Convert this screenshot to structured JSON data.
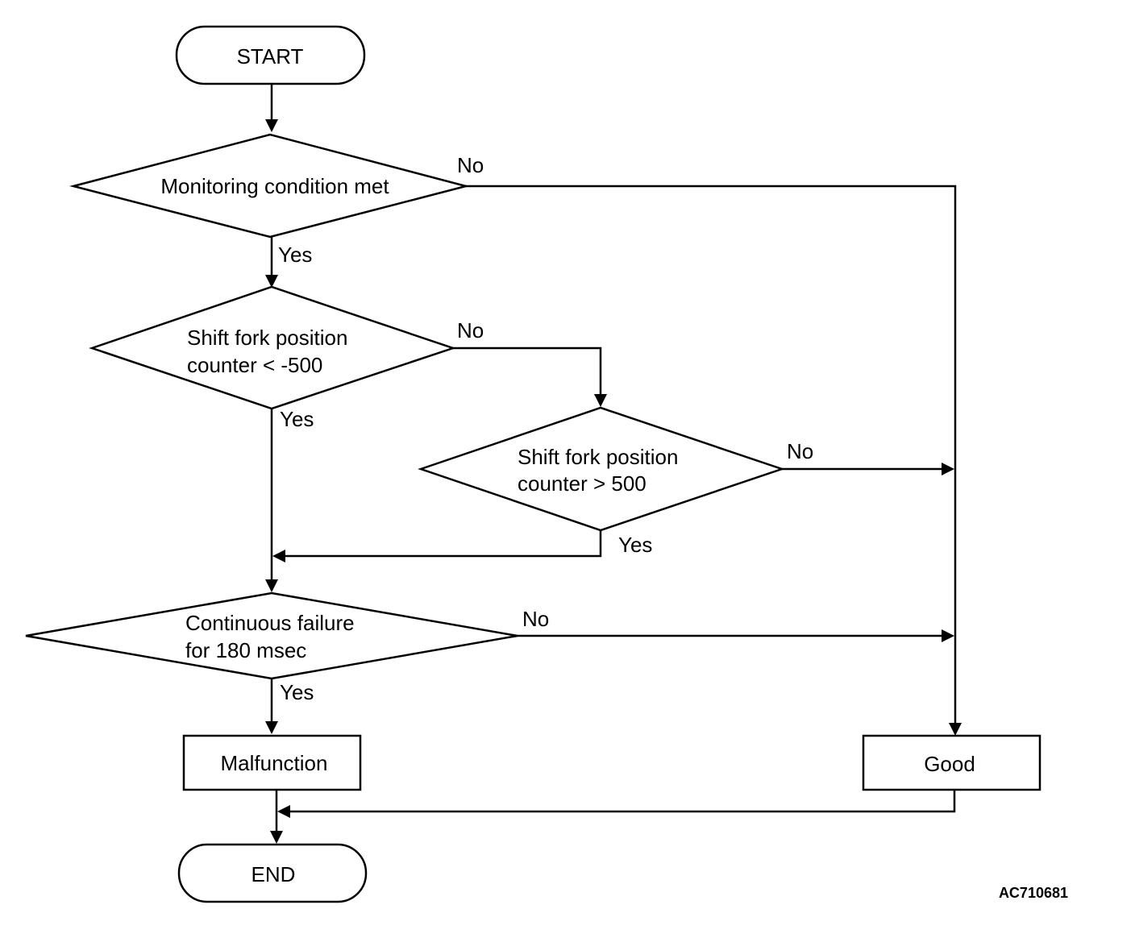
{
  "nodes": {
    "start": "START",
    "monitoring": "Monitoring condition met",
    "shift_low": [
      "Shift fork position",
      "counter < -500"
    ],
    "shift_high": [
      "Shift fork position",
      "counter > 500"
    ],
    "continuous": [
      "Continuous failure",
      "for 180 msec"
    ],
    "malfunction": "Malfunction",
    "good": "Good",
    "end": "END"
  },
  "edge_labels": {
    "monitoring_no": "No",
    "monitoring_yes": "Yes",
    "shift_low_no": "No",
    "shift_low_yes": "Yes",
    "shift_high_no": "No",
    "shift_high_yes": "Yes",
    "continuous_no": "No",
    "continuous_yes": "Yes"
  },
  "figure_code": "AC710681"
}
